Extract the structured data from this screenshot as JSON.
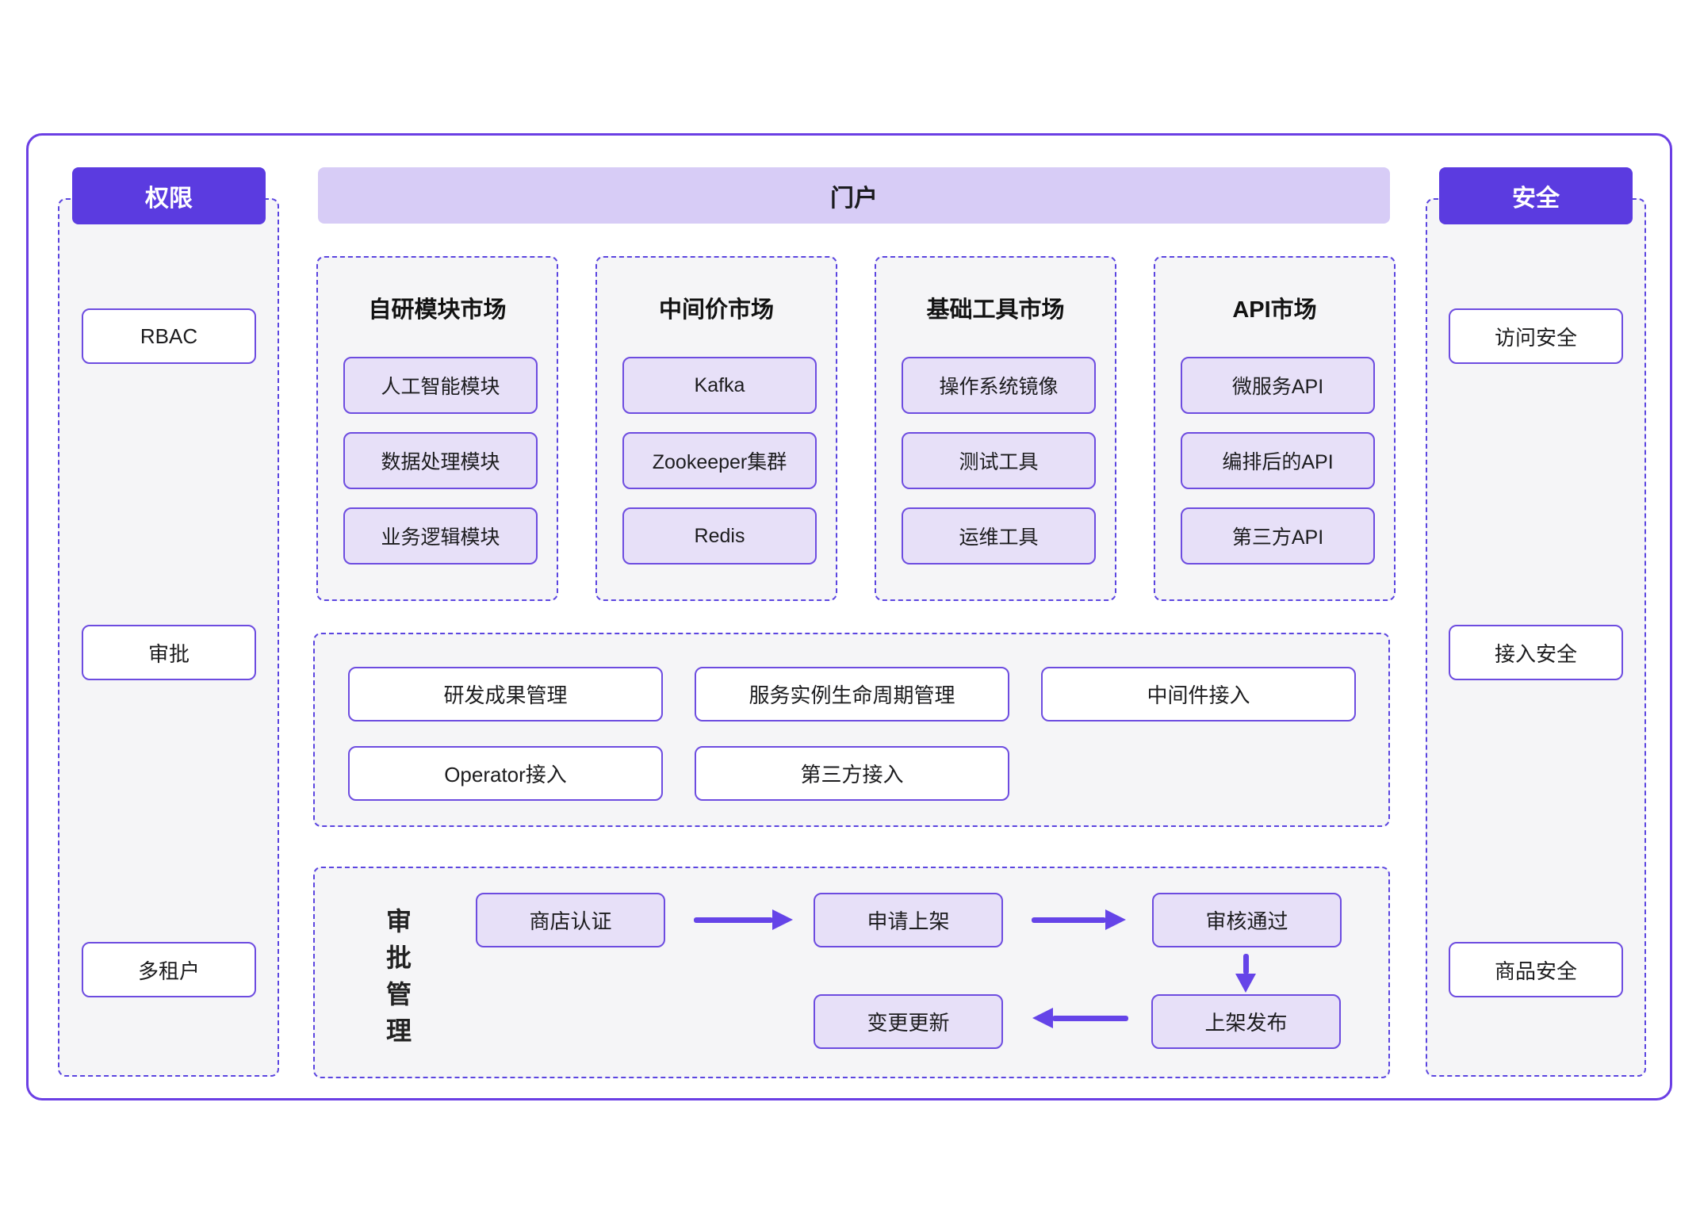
{
  "colors": {
    "header_bg": "#5b3be0",
    "banner_bg": "#d7ccf6",
    "node_fill": "#e7e0f8",
    "node_border": "#6d4ce0",
    "panel_bg": "#f5f5f7",
    "dashed_border": "#5b45e0",
    "outer_border": "#6b3fe4",
    "arrow": "#6544e8"
  },
  "permissions_panel": {
    "title": "权限",
    "items": [
      "RBAC",
      "审批",
      "多租户"
    ]
  },
  "security_panel": {
    "title": "安全",
    "items": [
      "访问安全",
      "接入安全",
      "商品安全"
    ]
  },
  "portal": {
    "banner": "门户",
    "markets": [
      {
        "title": "自研模块市场",
        "items": [
          "人工智能模块",
          "数据处理模块",
          "业务逻辑模块"
        ]
      },
      {
        "title": "中间价市场",
        "items": [
          "Kafka",
          "Zookeeper集群",
          "Redis"
        ]
      },
      {
        "title": "基础工具市场",
        "items": [
          "操作系统镜像",
          "测试工具",
          "运维工具"
        ]
      },
      {
        "title": "API市场",
        "items": [
          "微服务API",
          "编排后的API",
          "第三方API"
        ]
      }
    ],
    "management": {
      "row1": [
        "研发成果管理",
        "服务实例生命周期管理",
        "中间件接入"
      ],
      "row2": [
        "Operator接入",
        "第三方接入"
      ]
    },
    "approval": {
      "label": "审批管理",
      "steps": [
        "商店认证",
        "申请上架",
        "审核通过",
        "上架发布",
        "变更更新"
      ]
    }
  }
}
